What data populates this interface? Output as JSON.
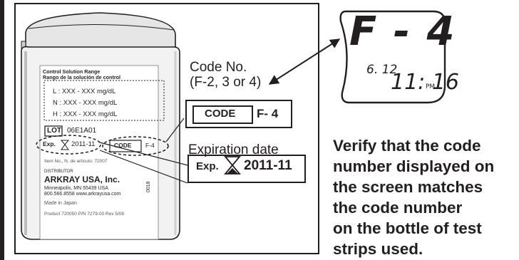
{
  "label": {
    "title1": "Control Solution Range",
    "title2": "Rango de la solución de control",
    "range_l": "L : XXX - XXX  mg/dL",
    "range_n": "N : XXX - XXX  mg/dL",
    "range_h": "H : XXX - XXX  mg/dL",
    "lot_tag": "LOT",
    "lot_value": "06E1A01",
    "exp_tag": "Exp.",
    "exp_value": "2011-11",
    "code_tag": "CODE",
    "code_value": "F-4",
    "item_no": "Item No., N. de artículo: 72007",
    "distributor_heading": "DISTRIBUTOR",
    "company": "ARKRAY USA, Inc.",
    "address": "Minneapolis, MN 55439 USA",
    "phone_web": "800.566.8558  www.arkrayusa.com",
    "made_in": "Made in Japan",
    "product_line": "Product 720050   P/N 7279-00   Rev 5/08",
    "side_number": "0018"
  },
  "callouts": {
    "code_no_title": "Code No.",
    "code_no_range": "(F-2, 3 or 4)",
    "code_tag": "CODE",
    "code_value": "F- 4",
    "expiration_title": "Expiration date",
    "exp_tag": "Exp.",
    "exp_value": "2011-11"
  },
  "display": {
    "code": "F - 4",
    "date": "6. 12",
    "time": "11: 16",
    "ampm": "PM"
  },
  "instruction": [
    "Verify that the code",
    "number displayed on",
    "the screen matches",
    "the code number",
    "on the bottle of test",
    "strips used."
  ]
}
